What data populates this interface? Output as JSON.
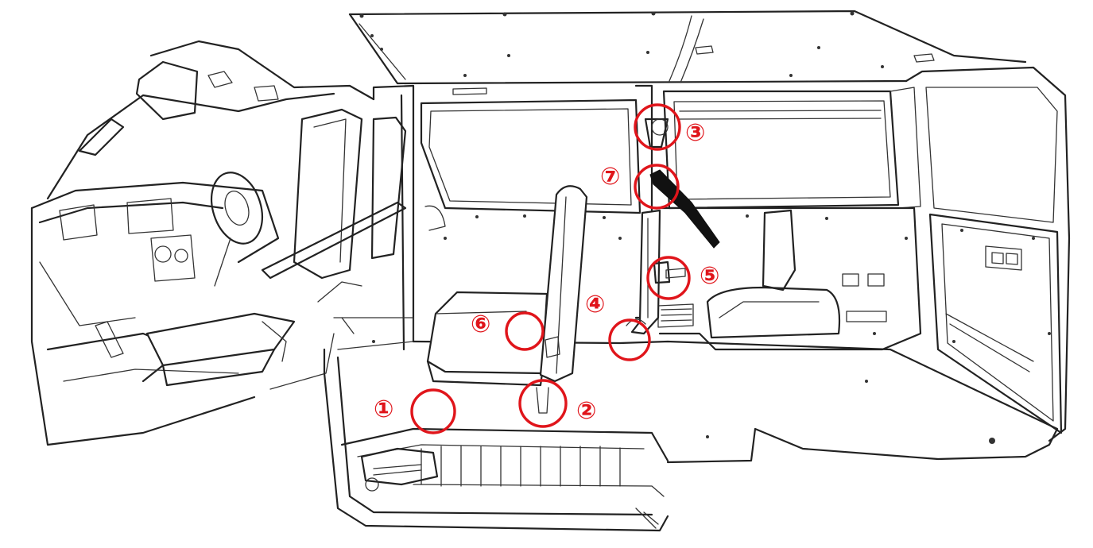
{
  "markers": [
    {
      "id": "1",
      "label": "①"
    },
    {
      "id": "2",
      "label": "②"
    },
    {
      "id": "3",
      "label": "③"
    },
    {
      "id": "4",
      "label": "④"
    },
    {
      "id": "5",
      "label": "⑤"
    },
    {
      "id": "6",
      "label": "⑥"
    },
    {
      "id": "7",
      "label": "⑦"
    }
  ],
  "colors": {
    "marker": "#e0151b",
    "line": "#222222",
    "background": "#ffffff"
  }
}
